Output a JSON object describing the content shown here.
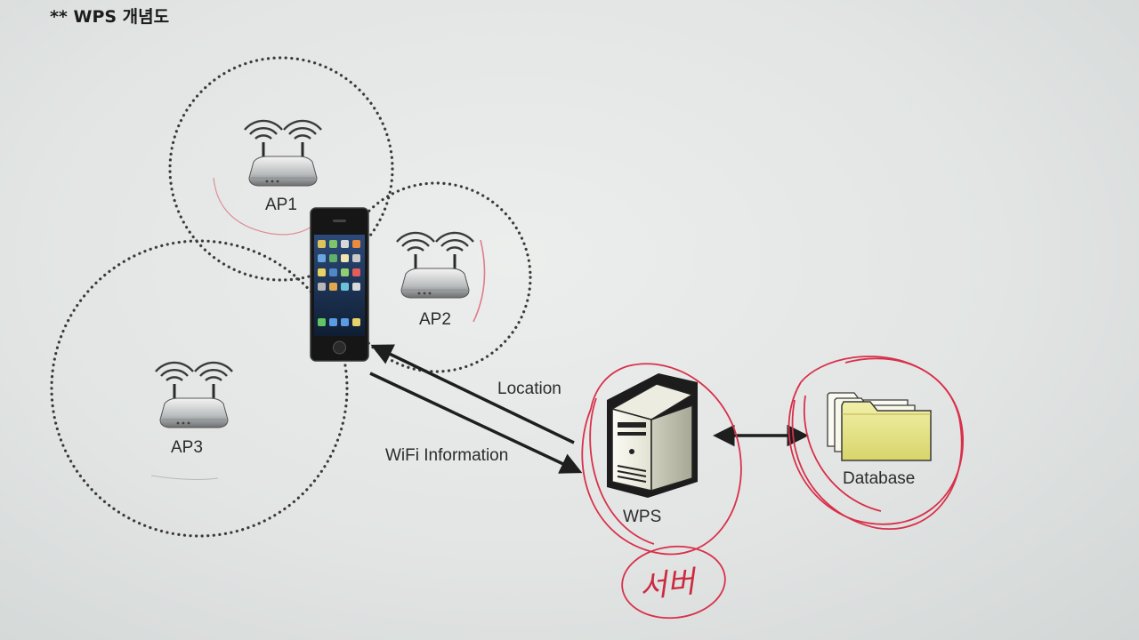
{
  "title": "** WPS 개념도",
  "access_points": [
    {
      "label": "AP1"
    },
    {
      "label": "AP2"
    },
    {
      "label": "AP3"
    }
  ],
  "arrows": {
    "location_label": "Location",
    "wifi_label": "WiFi Information"
  },
  "server": {
    "label": "WPS"
  },
  "database": {
    "label": "Database"
  },
  "annotation": {
    "handwritten_text": "서버"
  },
  "colors": {
    "background": "#e4e7e6",
    "dotted_circle": "#3a3a3a",
    "annotation_red": "#d8304a",
    "folder_yellow": "#e4e28a",
    "text": "#2b2b2b"
  },
  "icons": [
    "wifi-router-icon",
    "smartphone-icon",
    "server-tower-icon",
    "folder-stack-icon",
    "double-arrow-icon"
  ]
}
